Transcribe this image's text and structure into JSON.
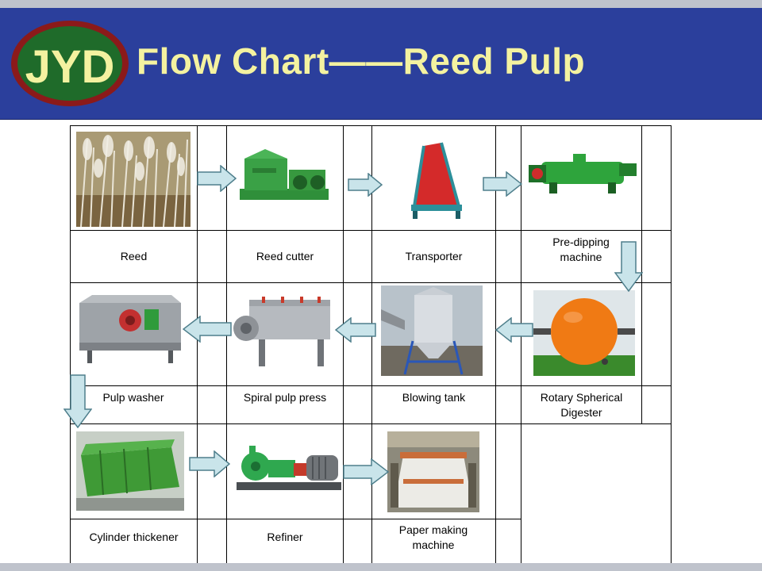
{
  "logo": {
    "text": "JYD"
  },
  "title": "Flow Chart——Reed Pulp",
  "steps": [
    {
      "label": "Reed",
      "icon": "reed-photo"
    },
    {
      "label": "Reed cutter",
      "icon": "reed-cutter-machine"
    },
    {
      "label": "Transporter",
      "icon": "conveyor-belt"
    },
    {
      "label": "Pre-dipping machine",
      "icon": "pre-dipping-machine"
    },
    {
      "label": "Rotary Spherical Digester",
      "icon": "spherical-digester"
    },
    {
      "label": "Blowing tank",
      "icon": "blowing-tank"
    },
    {
      "label": "Spiral pulp press",
      "icon": "spiral-press"
    },
    {
      "label": "Pulp washer",
      "icon": "pulp-washer"
    },
    {
      "label": "Cylinder thickener",
      "icon": "cylinder-thickener"
    },
    {
      "label": "Refiner",
      "icon": "refiner"
    },
    {
      "label": "Paper making machine",
      "icon": "paper-machine"
    }
  ],
  "colors": {
    "header": "#2b3f9c",
    "title": "#f4f2a0",
    "logo_ring": "#8b1a1a",
    "logo_fill": "#1f6b2a",
    "arrow": "#c9e4ea",
    "arrow_border": "#4f7f8c",
    "machine_green": "#2e9a3a"
  }
}
